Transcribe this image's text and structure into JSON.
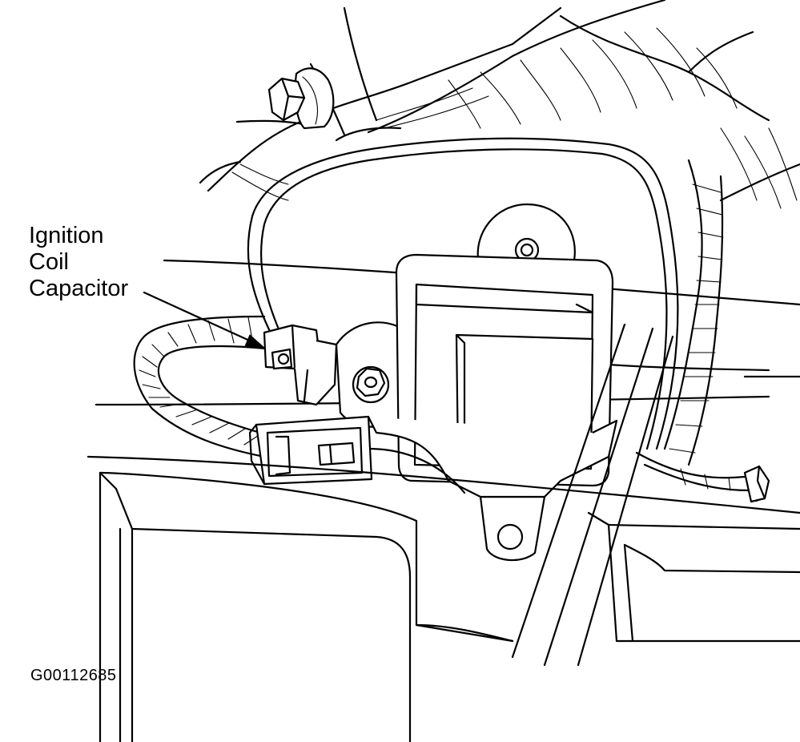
{
  "callout": {
    "lines": [
      "Ignition",
      "Coil",
      "Capacitor"
    ]
  },
  "figure_id": "G00112685"
}
